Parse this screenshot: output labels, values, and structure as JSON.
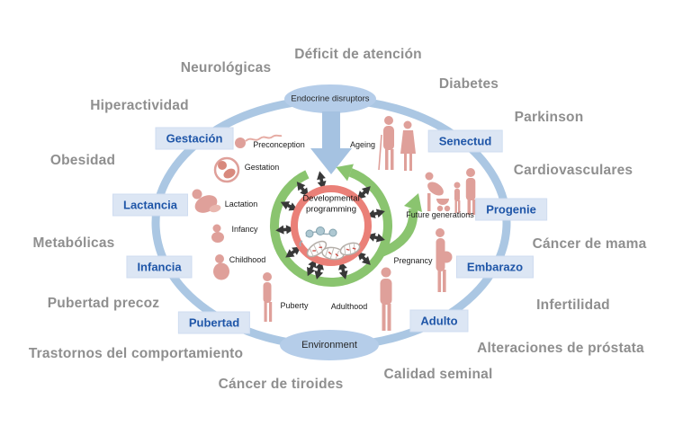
{
  "figure": {
    "center_label": "Developmental\nprogramming",
    "top_ellipse": "Endocrine disruptors",
    "bottom_ellipse": "Environment",
    "stages_es": [
      "Gestación",
      "Lactancia",
      "Infancia",
      "Pubertad",
      "Senectud",
      "Progenie",
      "Embarazo",
      "Adulto"
    ],
    "stages_en": [
      "Preconception",
      "Gestation",
      "Lactation",
      "Infancy",
      "Childhood",
      "Puberty",
      "Adulthood",
      "Pregnancy",
      "Future generations",
      "Ageing"
    ],
    "diseases": [
      "Neurológicas",
      "Déficit de atención",
      "Diabetes",
      "Parkinson",
      "Hiperactividad",
      "Obesidad",
      "Cardiovasculares",
      "Metabólicas",
      "Cáncer de mama",
      "Pubertad precoz",
      "Infertilidad",
      "Trastornos del comportamiento",
      "Alteraciones de próstata",
      "Calidad seminal",
      "Cáncer de tiroides"
    ],
    "icons": [
      "sperm-icon",
      "fetus-icon",
      "breastfeeding-icon",
      "baby-icon",
      "child-reading-icon",
      "adolescent-icon",
      "adult-icon",
      "pregnant-woman-icon",
      "family-stroller-icon",
      "elderly-couple-icon",
      "dna-epigenome-icon",
      "down-arrow-icon",
      "cycle-arrow-icon",
      "double-arrow-icon"
    ],
    "colors": {
      "ring_blue": "#abc7e3",
      "ellipse_blue": "#b5cde9",
      "box_fill": "#dce6f4",
      "box_text": "#1f56a8",
      "green_arrow": "#8ac46f",
      "red_ring": "#ea8078",
      "silhouette": "#dfa09a",
      "disease_text": "#8f8f8f",
      "black_arrow": "#383838"
    }
  }
}
